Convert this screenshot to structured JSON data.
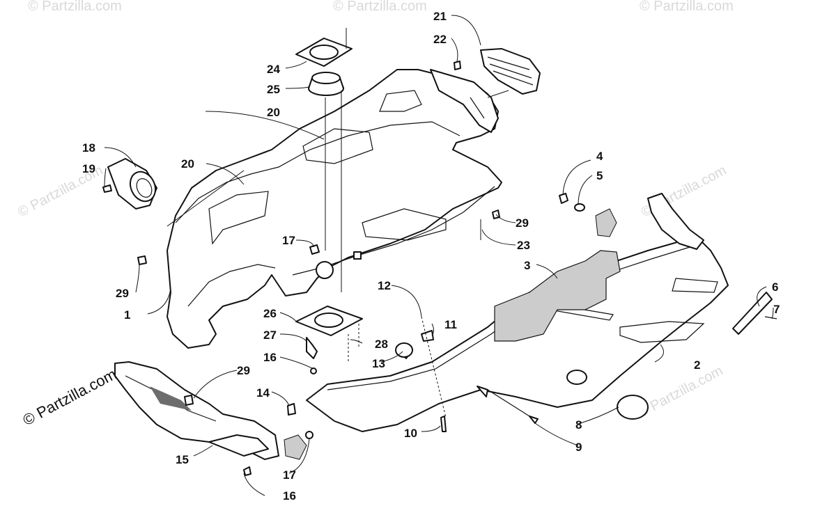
{
  "watermark": {
    "main": "© Partzilla.com",
    "faint": "© Partzilla.com"
  },
  "callouts": [
    "1",
    "2",
    "3",
    "4",
    "5",
    "6",
    "7",
    "8",
    "9",
    "10",
    "11",
    "12",
    "13",
    "14",
    "15",
    "16",
    "16",
    "17",
    "17",
    "18",
    "19",
    "20",
    "20",
    "21",
    "22",
    "23",
    "24",
    "25",
    "26",
    "27",
    "28",
    "29",
    "29",
    "29"
  ]
}
